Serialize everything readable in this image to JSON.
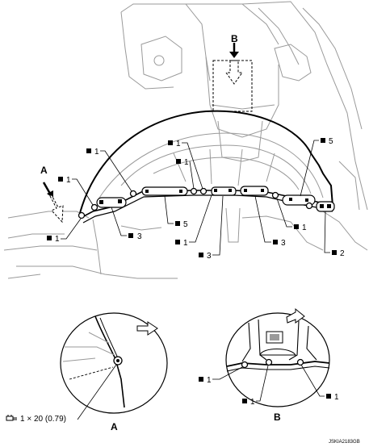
{
  "callouts": {
    "c_1_upper_left": "1",
    "c_1_upper_mid": "1",
    "c_1_upper_center": "1",
    "c_1_far_left": "1",
    "c_1_left_bottom": "1",
    "c_1_center_bottom": "1",
    "c_1_right_bottom": "1",
    "c_3_left": "3",
    "c_3_center": "3",
    "c_3_right": "3",
    "c_5_center": "5",
    "c_5_right": "5",
    "c_2_right": "2"
  },
  "view_labels": {
    "arrow_a": "A",
    "arrow_b": "B",
    "detail_a": "A",
    "detail_b": "B"
  },
  "detail_b_callouts": {
    "left": "1",
    "center": "1",
    "right": "1"
  },
  "detail_a_note": {
    "icon": "screwdriver-symbol",
    "text": "1 × 20 (0.79)"
  },
  "figure_code": "JSKIA2183GB"
}
